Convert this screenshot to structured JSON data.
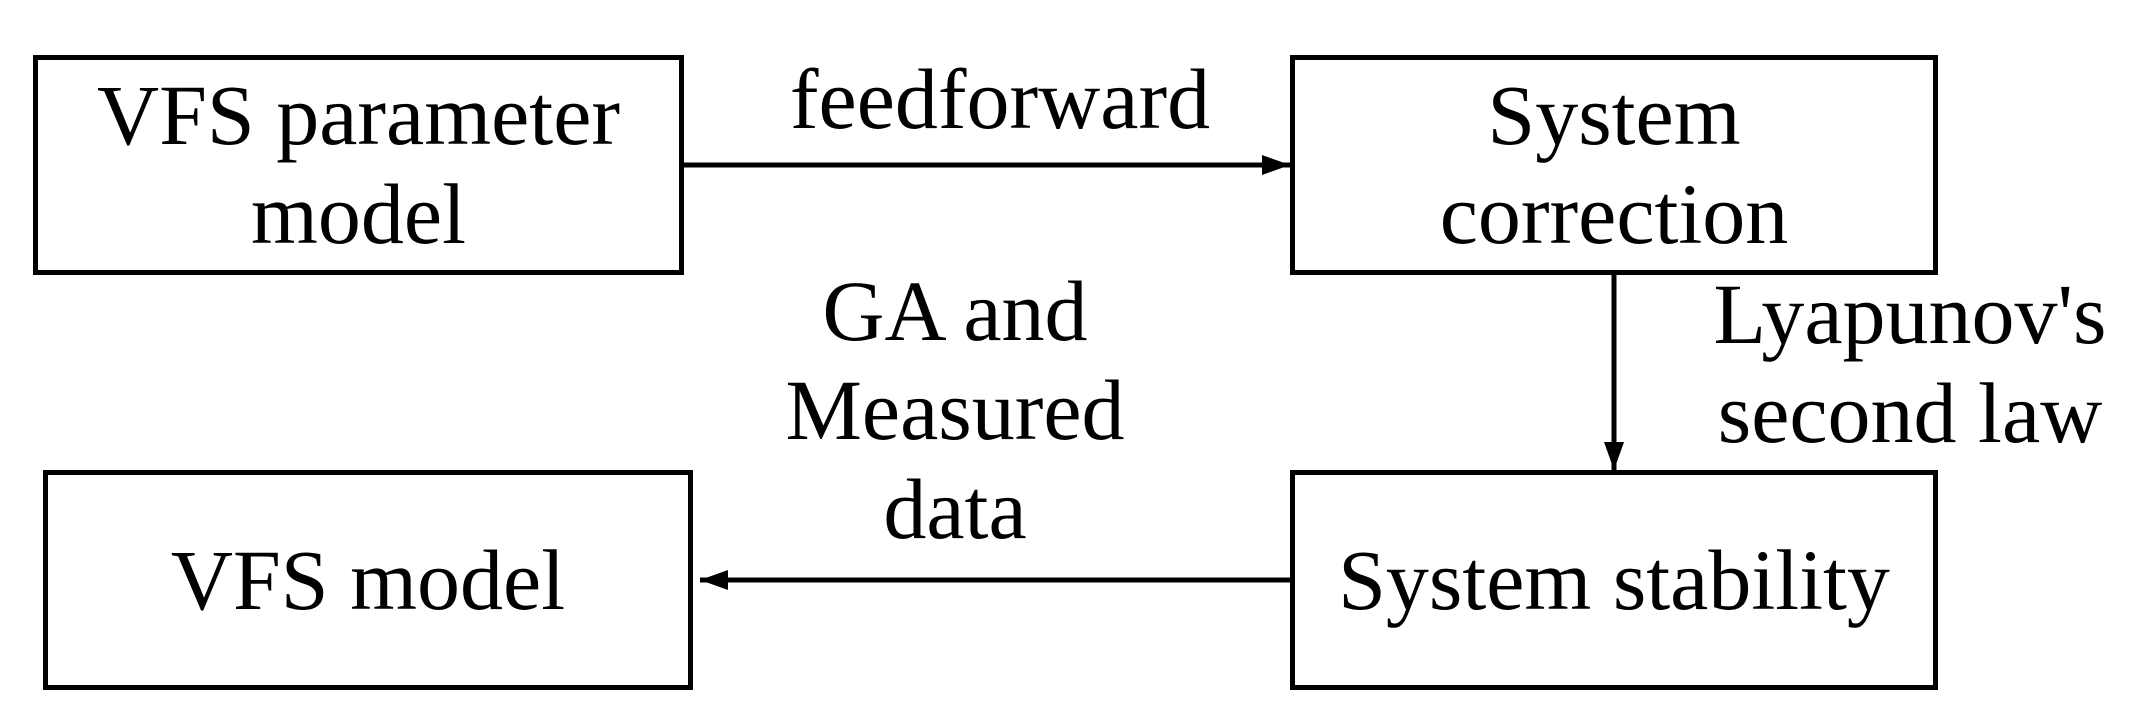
{
  "boxes": {
    "param_model": [
      "VFS parameter",
      "model"
    ],
    "correction": [
      "System",
      "correction"
    ],
    "stability": [
      "System stability"
    ],
    "vfs_model": [
      "VFS model"
    ]
  },
  "labels": {
    "feedforward": [
      "feedforward"
    ],
    "lyapunov": [
      "Lyapunov's",
      "second law"
    ],
    "ga": [
      "GA and",
      "Measured",
      "data"
    ]
  },
  "colors": {
    "stroke": "#000000",
    "background": "#ffffff"
  }
}
